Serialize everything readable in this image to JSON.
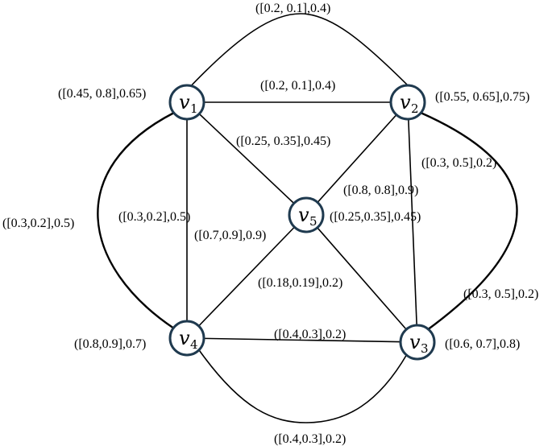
{
  "nodes": {
    "v1": {
      "base": "v",
      "sub": "1",
      "label": "([0.45, 0.8],0.65)"
    },
    "v2": {
      "base": "v",
      "sub": "2",
      "label": "([0.55, 0.65],0.75)"
    },
    "v3": {
      "base": "v",
      "sub": "3",
      "label": "([0.6, 0.7],0.8)"
    },
    "v4": {
      "base": "v",
      "sub": "4",
      "label": "([0.8,0.9],0.7)"
    },
    "v5": {
      "base": "v",
      "sub": "5",
      "label": "([0.25,0.35],0.45)"
    }
  },
  "edges": {
    "v1_v2_outer": "([0.2, 0.1],0.4)",
    "v1_v2": "([0.2, 0.1],0.4)",
    "v1_v5": "([0.25, 0.35],0.45)",
    "v2_v5": "([0.8, 0.8],0.9)",
    "v2_v3": "([0.3, 0.5],0.2)",
    "v2_v3_outer": "([0.3, 0.5],0.2)",
    "v1_v4_outer": "([0.3,0.2],0.5)",
    "v1_v4": "([0.3,0.2],0.5)",
    "v4_v5": "([0.7,0.9],0.9)",
    "v3_v5": "([0.18,0.19],0.2)",
    "v3_v4": "([0.4,0.3],0.2)",
    "v3_v4_outer": "([0.4,0.3],0.2)"
  }
}
